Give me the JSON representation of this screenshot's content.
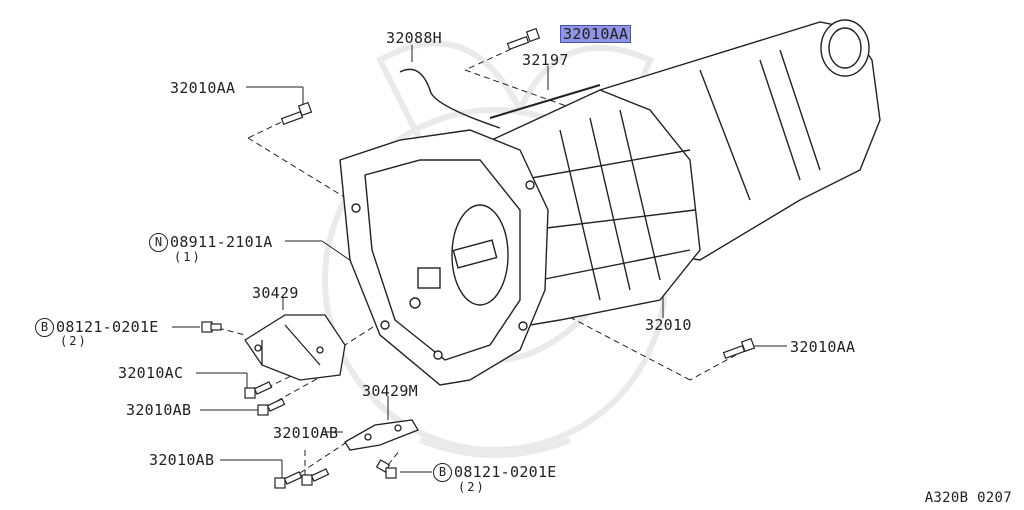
{
  "figure_code": "A320B 0207",
  "colors": {
    "line": "#222222",
    "highlight": "#8f94e6",
    "watermark": "#eaeaea"
  },
  "labels": {
    "l32010aa_top": "32010AA",
    "l32088h": "32088H",
    "l32197": "32197",
    "l32010aa_left": "32010AA",
    "l08911_code": "08911-2101A",
    "l08911_qty": "(1)",
    "l08911_prefix": "N",
    "l30429": "30429",
    "l08121a_code": "08121-0201E",
    "l08121a_qty": "(2)",
    "l08121a_prefix": "B",
    "l32010ac": "32010AC",
    "l32010ab_1": "32010AB",
    "l30429m": "30429M",
    "l32010ab_2": "32010AB",
    "l32010ab_3": "32010AB",
    "l08121b_code": "08121-0201E",
    "l08121b_qty": "(2)",
    "l08121b_prefix": "B",
    "l32010": "32010",
    "l32010aa_right": "32010AA"
  }
}
